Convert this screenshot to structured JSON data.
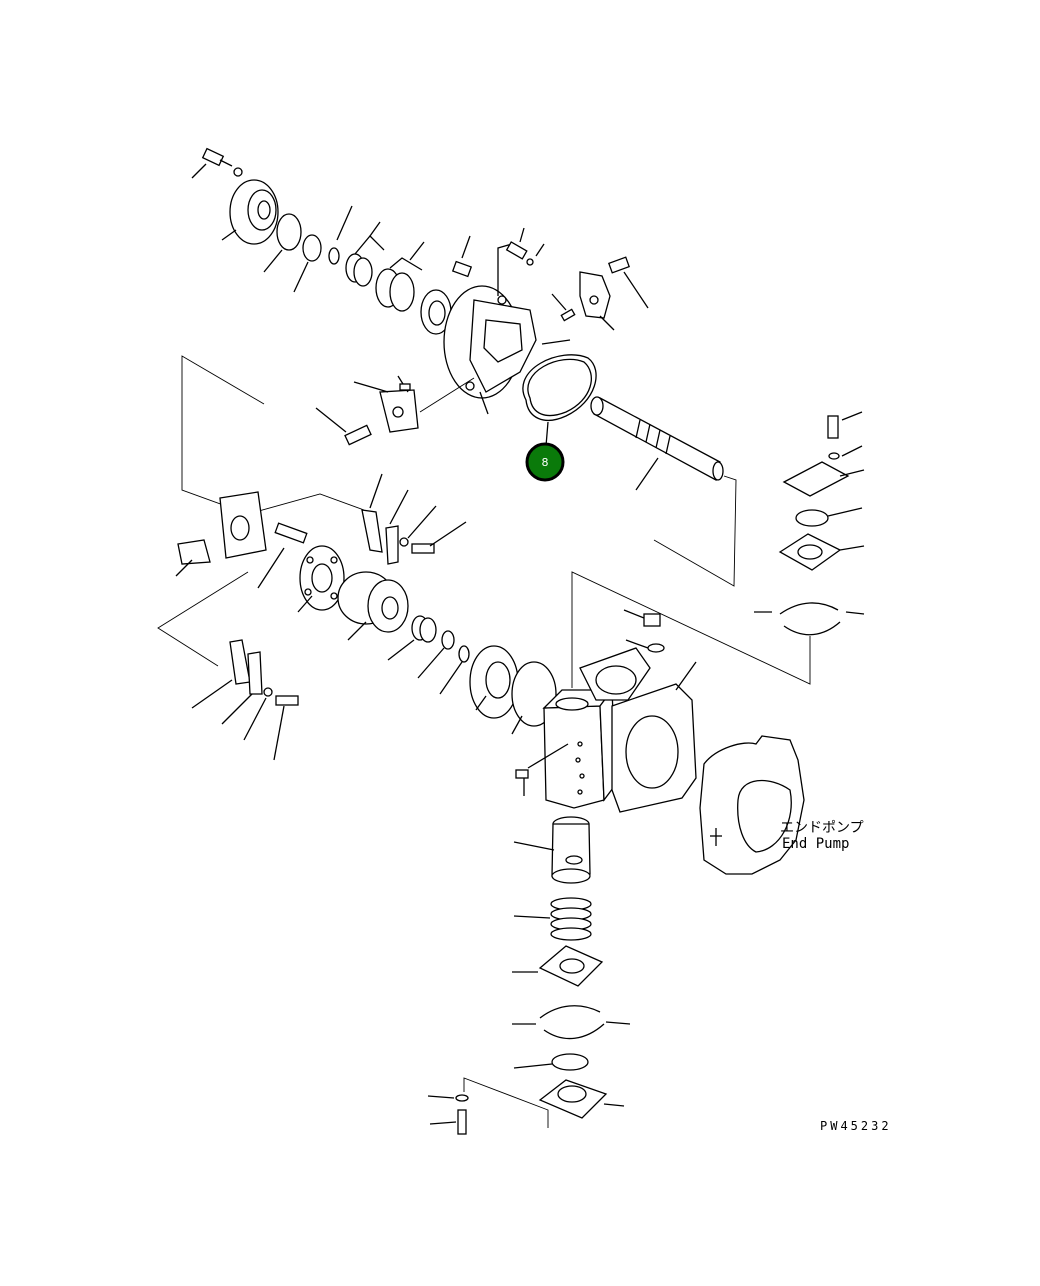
{
  "diagram": {
    "drawing_number": "PW45232",
    "callout": {
      "number": "8",
      "color": "#0a7a0a",
      "ring_color": "#000000"
    },
    "annotation": {
      "japanese": "エンドポンプ",
      "english": "End Pump"
    }
  }
}
